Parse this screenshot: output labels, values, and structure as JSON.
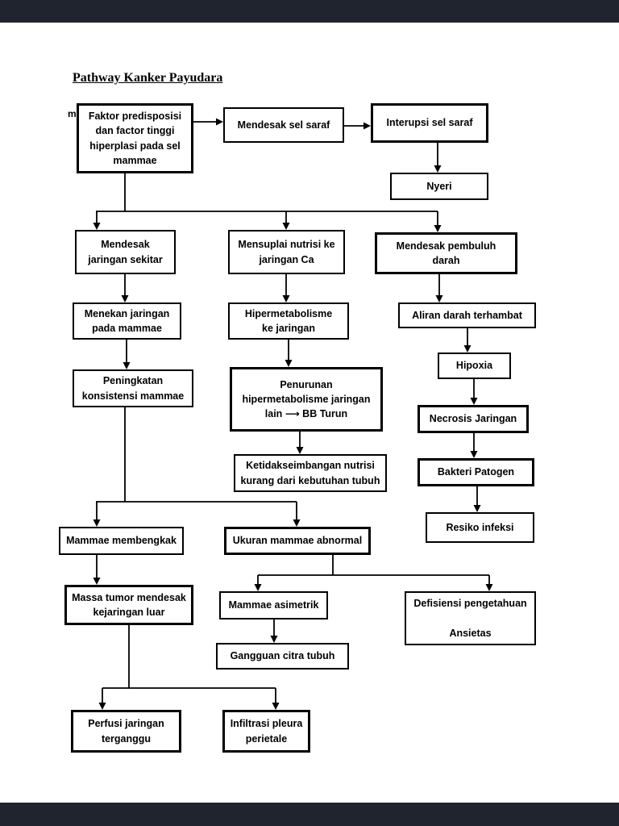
{
  "colors": {
    "bar": "#20242e",
    "page_bg": "#ffffff",
    "ink": "#000000"
  },
  "page": {
    "title": "Pathway Kanker Payudara",
    "stray_text": "m"
  },
  "nodes": {
    "faktor": {
      "label": "Faktor predisposisi\ndan factor tinggi\nhiperplasi pada sel\nmammae"
    },
    "mendesak_sel_saraf": {
      "label": "Mendesak sel saraf"
    },
    "interupsi": {
      "label": "Interupsi sel saraf"
    },
    "nyeri": {
      "label": "Nyeri"
    },
    "mendesak_jaringan": {
      "label": "Mendesak\njaringan sekitar"
    },
    "mensuplai": {
      "label": "Mensuplai nutrisi ke\njaringan Ca"
    },
    "mendesak_pembuluh": {
      "label": "Mendesak pembuluh\ndarah"
    },
    "menekan": {
      "label": "Menekan jaringan\npada mammae"
    },
    "peningkatan": {
      "label": "Peningkatan\nkonsistensi mammae"
    },
    "hipermetabolisme": {
      "label": "Hipermetabolisme\nke jaringan"
    },
    "penurunan": {
      "label": "Penurunan\nhipermetabolisme jaringan\nlain   ⟶   BB Turun"
    },
    "ketidakseimbangan": {
      "label": "Ketidakseimbangan nutrisi\nkurang dari kebutuhan tubuh"
    },
    "aliran": {
      "label": "Aliran darah terhambat"
    },
    "hipoxia": {
      "label": "Hipoxia"
    },
    "necrosis": {
      "label": "Necrosis Jaringan"
    },
    "bakteri": {
      "label": "Bakteri Patogen"
    },
    "resiko": {
      "label": "Resiko infeksi"
    },
    "membengkak": {
      "label": "Mammae membengkak"
    },
    "ukuran": {
      "label": "Ukuran mammae abnormal"
    },
    "massa_tumor": {
      "label": "Massa tumor mendesak\nkejaringan luar"
    },
    "asimetrik": {
      "label": "Mammae asimetrik"
    },
    "defisiensi": {
      "label": "Defisiensi pengetahuan\n\nAnsietas"
    },
    "gangguan": {
      "label": "Gangguan citra tubuh"
    },
    "perfusi": {
      "label": "Perfusi jaringan\nterganggu"
    },
    "infiltrasi": {
      "label": "Infiltrasi pleura\nperietale"
    }
  },
  "edges": [
    {
      "from": "faktor",
      "to": "mendesak_sel_saraf"
    },
    {
      "from": "mendesak_sel_saraf",
      "to": "interupsi"
    },
    {
      "from": "interupsi",
      "to": "nyeri"
    },
    {
      "from": "faktor",
      "to": "mendesak_jaringan"
    },
    {
      "from": "faktor",
      "to": "mensuplai"
    },
    {
      "from": "faktor",
      "to": "mendesak_pembuluh"
    },
    {
      "from": "mendesak_jaringan",
      "to": "menekan"
    },
    {
      "from": "menekan",
      "to": "peningkatan"
    },
    {
      "from": "peningkatan",
      "to": "membengkak"
    },
    {
      "from": "peningkatan",
      "to": "ukuran"
    },
    {
      "from": "mensuplai",
      "to": "hipermetabolisme"
    },
    {
      "from": "hipermetabolisme",
      "to": "penurunan"
    },
    {
      "from": "penurunan",
      "to": "ketidakseimbangan"
    },
    {
      "from": "mendesak_pembuluh",
      "to": "aliran"
    },
    {
      "from": "aliran",
      "to": "hipoxia"
    },
    {
      "from": "hipoxia",
      "to": "necrosis"
    },
    {
      "from": "necrosis",
      "to": "bakteri"
    },
    {
      "from": "bakteri",
      "to": "resiko"
    },
    {
      "from": "membengkak",
      "to": "massa_tumor"
    },
    {
      "from": "ukuran",
      "to": "asimetrik"
    },
    {
      "from": "ukuran",
      "to": "defisiensi"
    },
    {
      "from": "asimetrik",
      "to": "gangguan"
    },
    {
      "from": "massa_tumor",
      "to": "perfusi"
    },
    {
      "from": "massa_tumor",
      "to": "infiltrasi"
    }
  ]
}
